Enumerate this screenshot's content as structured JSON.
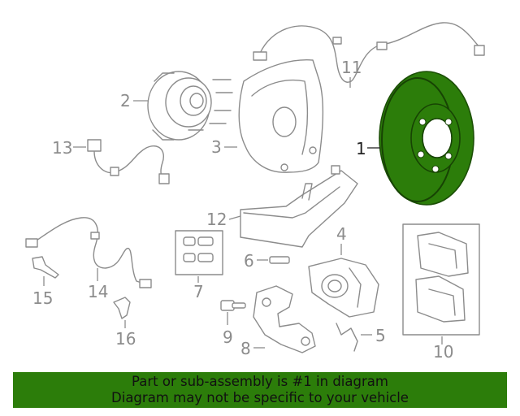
{
  "callouts": {
    "c1": "1",
    "c2": "2",
    "c3": "3",
    "c4": "4",
    "c5": "5",
    "c6": "6",
    "c7": "7",
    "c8": "8",
    "c9": "9",
    "c10": "10",
    "c11": "11",
    "c12": "12",
    "c13": "13",
    "c14": "14",
    "c15": "15",
    "c16": "16"
  },
  "highlight": {
    "part": "1",
    "color": "#2c7d0a"
  },
  "banner": {
    "line1": "Part or sub-assembly is #1 in diagram",
    "line2": "Diagram may not be specific to your vehicle",
    "color": "#2c7d0a"
  }
}
